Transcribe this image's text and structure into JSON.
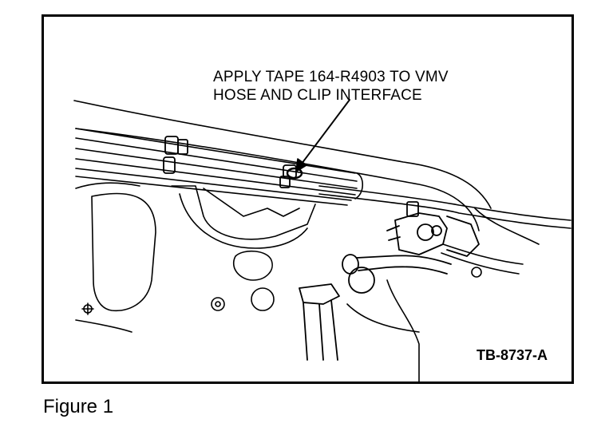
{
  "callout": {
    "line1": "APPLY TAPE 164-R4903 TO VMV",
    "line2": "HOSE AND CLIP INTERFACE"
  },
  "reference_code": "TB-8737-A",
  "caption": "Figure 1"
}
